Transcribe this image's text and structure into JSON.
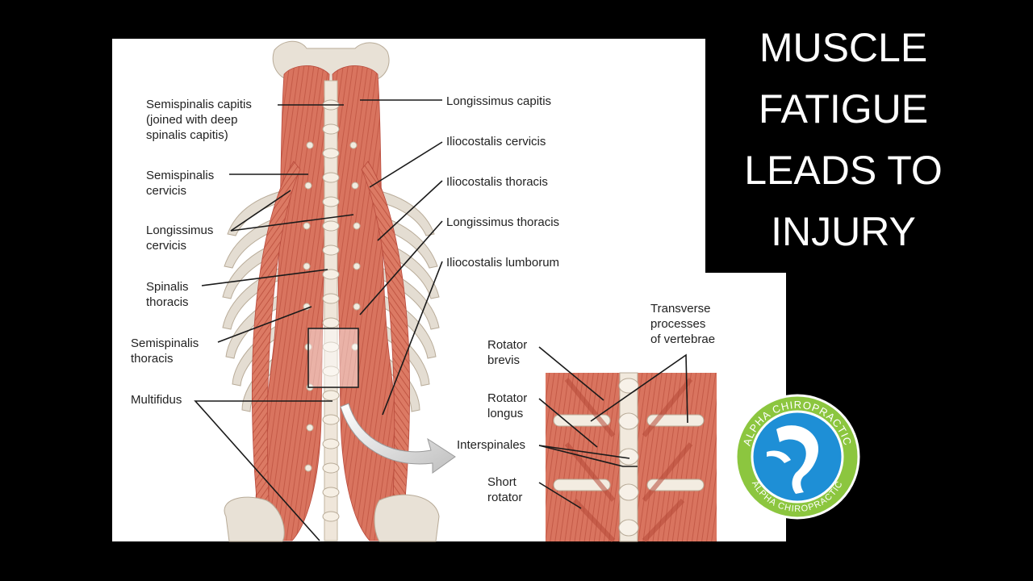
{
  "title": {
    "lines": [
      "MUSCLE",
      "FATIGUE",
      "LEADS TO",
      "INJURY"
    ]
  },
  "diagram": {
    "labels_left": {
      "semispinalis_capitis": [
        "Semispinalis capitis",
        "(joined with deep",
        "spinalis capitis)"
      ],
      "semispinalis_cervicis": [
        "Semispinalis",
        "cervicis"
      ],
      "longissimus_cervicis": [
        "Longissimus",
        "cervicis"
      ],
      "spinalis_thoracis": [
        "Spinalis",
        "thoracis"
      ],
      "semispinalis_thoracis": [
        "Semispinalis",
        "thoracis"
      ],
      "multifidus": [
        "Multifidus"
      ]
    },
    "labels_right": {
      "longissimus_capitis": "Longissimus capitis",
      "iliocostalis_cervicis": "Iliocostalis cervicis",
      "iliocostalis_thoracis": "Iliocostalis thoracis",
      "longissimus_thoracis": "Longissimus thoracis",
      "iliocostalis_lumborum": "Iliocostalis lumborum"
    },
    "labels_detail": {
      "transverse_processes": [
        "Transverse",
        "processes",
        "of vertebrae"
      ],
      "rotator_brevis": [
        "Rotator",
        "brevis"
      ],
      "rotator_longus": [
        "Rotator",
        "longus"
      ],
      "interspinales": [
        "Interspinales"
      ],
      "short_rotator": [
        "Short",
        "rotator"
      ]
    }
  },
  "logo": {
    "text_top": "ALPHA CHIROPRACTIC",
    "text_bottom": "ALPHA CHIROPRACTIC"
  },
  "colors": {
    "background": "#000000",
    "panel": "#ffffff",
    "muscle": "#d9745f",
    "logo_green": "#8cc63f",
    "logo_blue": "#1e8fd6"
  }
}
